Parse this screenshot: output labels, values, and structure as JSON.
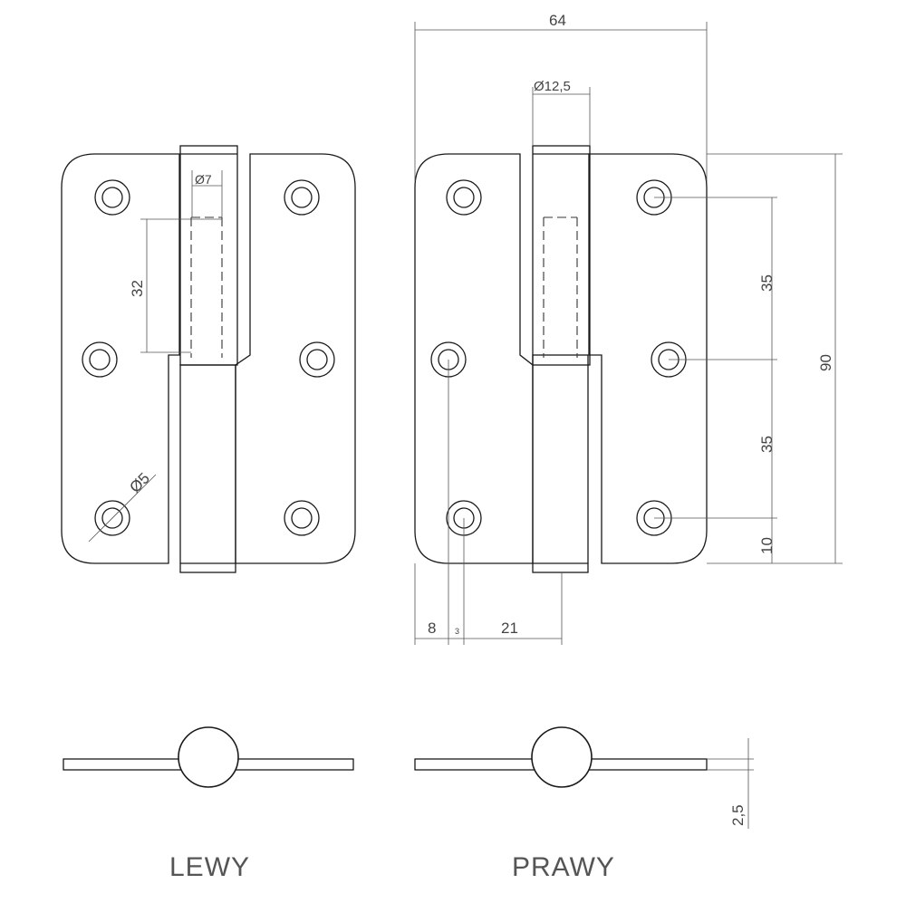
{
  "views": {
    "left_label": "LEWY",
    "right_label": "PRAWY"
  },
  "dimensions": {
    "width": "64",
    "pin_diameter": "Ø12,5",
    "height": "90",
    "hole_spacing_top": "35",
    "hole_spacing_bottom": "35",
    "hole_from_bottom": "10",
    "pin_hole_diameter": "Ø7",
    "hole_diameter": "Ø5",
    "leaf_slot": "32",
    "edge_offset": "8",
    "hole_offset": "3",
    "pin_offset": "21",
    "thickness": "2,5"
  }
}
